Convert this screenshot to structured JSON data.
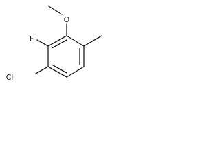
{
  "molecule": {
    "labels": {
      "oxygen": "O",
      "fluorine": "F",
      "chlorine": "Cl"
    },
    "colors": {
      "bond": "#1a1a1a",
      "label": "#1a1a1a",
      "background": "#ffffff"
    }
  }
}
